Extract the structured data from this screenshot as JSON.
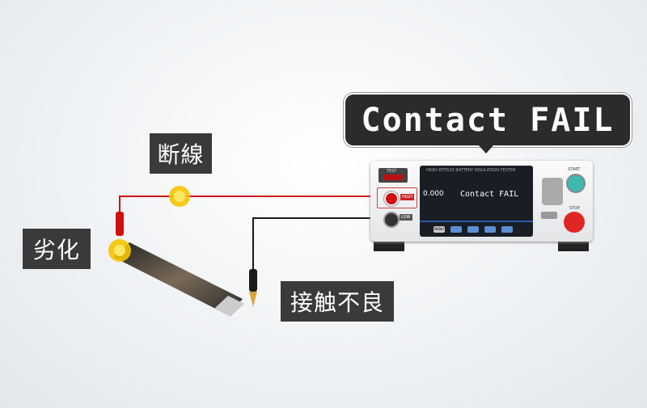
{
  "callout": {
    "text": "Contact FAIL"
  },
  "labels": {
    "break": "断線",
    "degradation": "劣化",
    "contact_failure": "接触不良"
  },
  "device": {
    "brand": "HIOKI BT5525 BATTERY INSULATION TESTER",
    "test_label": "TEST",
    "high_label": "HIGH",
    "low_label": "LOW",
    "start_label": "START",
    "stop_label": "STOP",
    "screen_message": "Contact FAIL",
    "screen_value": "0.000",
    "menu_label": "MENU"
  },
  "colors": {
    "red_wire": "#d10f0f",
    "black_wire": "#1a1a1a",
    "spark": "#f5c400",
    "start": "#3fb8b0",
    "stop": "#e02525"
  }
}
